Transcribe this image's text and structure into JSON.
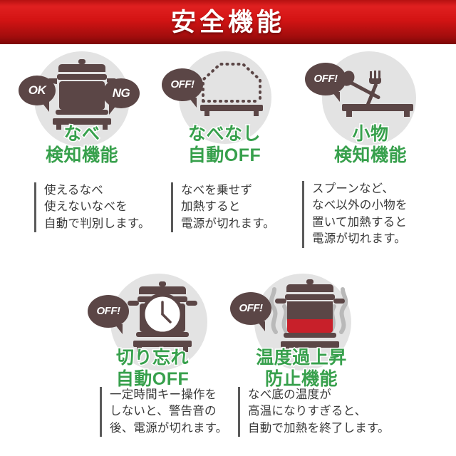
{
  "header": {
    "title": "安全機能",
    "background_color": "#cc1414",
    "text_color": "#ffffff"
  },
  "theme": {
    "title_green": "#37a04c",
    "icon_brown": "#5b4646",
    "blob_gray": "#e3e3e3",
    "desc_gray": "#3a3a3a",
    "rule_gray": "#5a5a5a",
    "hot_red": "#c8202a"
  },
  "features": [
    {
      "id": "pot-detection",
      "title": "なべ\n検知機能",
      "badges": [
        "OK",
        "NG"
      ],
      "icon": "pot-on-cooktop-icon",
      "description": "使えるなべ\n使えないなべを\n自動で判別します。"
    },
    {
      "id": "no-pot-auto-off",
      "title": "なべなし\n自動OFF",
      "badges": [
        "OFF!"
      ],
      "icon": "dotted-pot-outline-icon",
      "description": "なべを乗せず\n加熱すると\n電源が切れます。"
    },
    {
      "id": "small-item-detection",
      "title": "小物\n検知機能",
      "badges": [
        "OFF!"
      ],
      "icon": "spoon-fork-on-cooktop-icon",
      "description": "スプーンなど、\nなべ以外の小物を\n置いて加熱すると\n電源が切れます。"
    },
    {
      "id": "forgot-to-turn-off-auto-off",
      "title": "切り忘れ\n自動OFF",
      "badges": [
        "OFF!"
      ],
      "icon": "pot-with-clock-icon",
      "description": "一定時間キー操作を\nしないと、警告音の\n後、電源が切れます。"
    },
    {
      "id": "overheat-prevention",
      "title": "温度過上昇\n防止機能",
      "badges": [
        "OFF!"
      ],
      "icon": "overheating-pot-with-steam-icon",
      "description": "なべ底の温度が\n高温になりすぎると、\n自動で加熱を終了します。"
    }
  ]
}
